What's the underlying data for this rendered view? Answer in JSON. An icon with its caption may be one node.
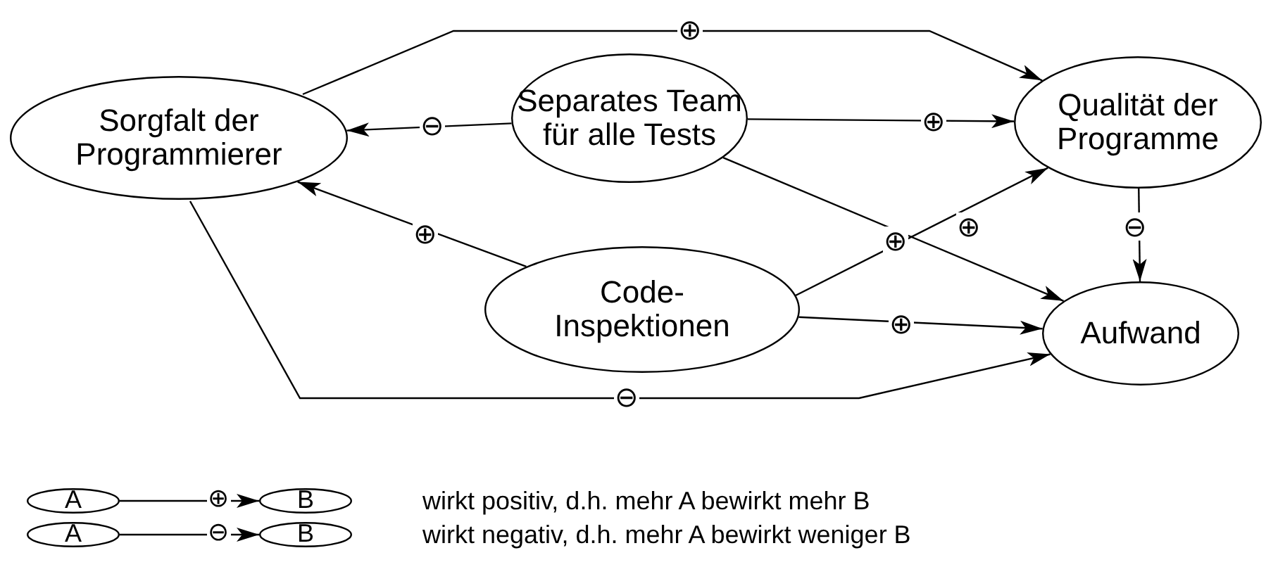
{
  "diagram": {
    "nodes": [
      {
        "text": [
          "Sorgfalt der Programmierer"
        ]
      },
      {
        "text": [
          "Separates Team für alle Tests"
        ]
      },
      {
        "text": [
          "Qualität der Programme"
        ]
      },
      {
        "text": [
          "Code-Inspektionen"
        ]
      },
      {
        "text": [
          "Aufwand"
        ]
      },
      {
        "text": [
          "A"
        ]
      },
      {
        "text": [
          "B"
        ]
      },
      {
        "text": [
          "A"
        ]
      },
      {
        "text": [
          "B"
        ]
      }
    ],
    "edges": [
      {
        "from": 0,
        "to": 2,
        "arrow": "to",
        "label": "⊕"
      },
      {
        "from": 1,
        "to": 0,
        "arrow": "to",
        "label": "⊖"
      },
      {
        "from": 1,
        "to": 2,
        "arrow": "to",
        "label": "⊕"
      },
      {
        "from": 1,
        "to": 4,
        "arrow": "to",
        "label": "⊕"
      },
      {
        "from": 3,
        "to": 0,
        "arrow": "to",
        "label": "⊕"
      },
      {
        "from": 3,
        "to": 2,
        "arrow": "to",
        "label": "⊕"
      },
      {
        "from": 3,
        "to": 4,
        "arrow": "to",
        "label": "⊕"
      },
      {
        "from": 2,
        "to": 4,
        "arrow": "to",
        "label": "⊖"
      },
      {
        "from": 0,
        "to": 4,
        "arrow": "to",
        "label": "⊖"
      },
      {
        "from": 5,
        "to": 6,
        "arrow": "to",
        "label": "⊕"
      },
      {
        "from": 7,
        "to": 8,
        "arrow": "to",
        "label": "⊖"
      }
    ],
    "labels": [
      "wirkt positiv, d.h. mehr A bewirkt mehr B",
      "wirkt negativ, d.h. mehr A bewirkt weniger B"
    ]
  }
}
